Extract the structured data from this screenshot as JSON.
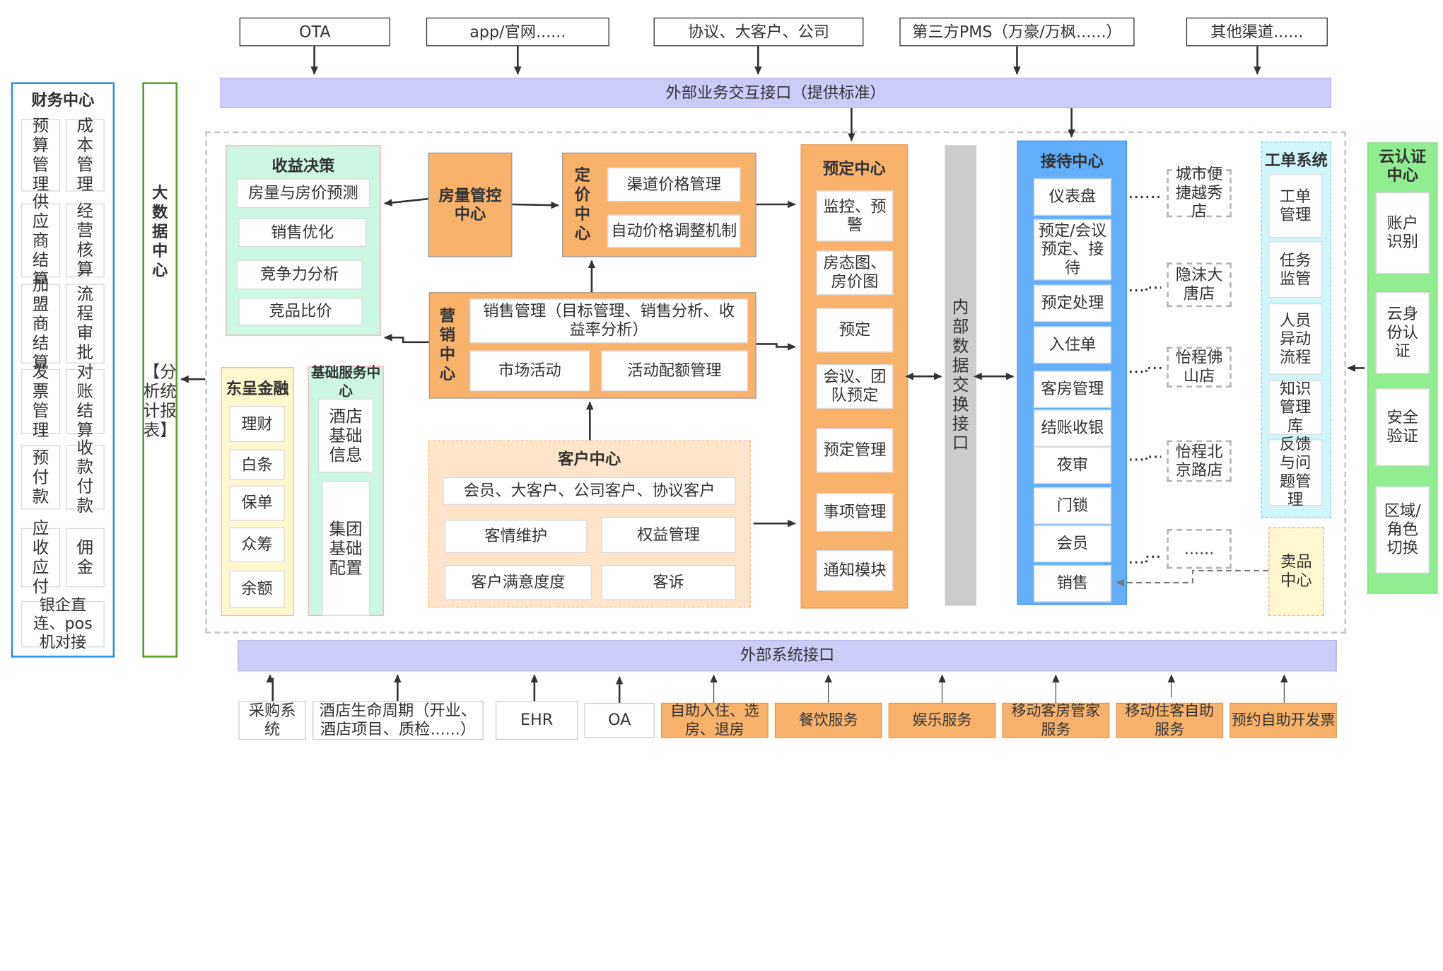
{
  "top_channels": [
    "OTA",
    "app/官网......",
    "协议、大客户、公司",
    "第三方PMS（万豪/万枫......）",
    "其他渠道......"
  ],
  "external_business_interface": "外部业务交互接口（提供标准）",
  "external_system_interface": "外部系统接口",
  "bottom_systems": [
    "采购系统",
    "酒店生命周期（开业、酒店项目、质检......）",
    "EHR",
    "OA",
    "自助入住、选房、退房",
    "餐饮服务",
    "娱乐服务",
    "移动客房管家服务",
    "移动住客自助服务",
    "预约自助开发票"
  ],
  "finance_center": {
    "title": "财务中心",
    "items": [
      "预算管理",
      "成本管理",
      "供应商结算",
      "经营核算",
      "加盟商结算",
      "流程审批",
      "发票管理",
      "对账结算",
      "预付款",
      "收款付款",
      "应收应付",
      "佣金",
      "银企直连、pos机对接"
    ]
  },
  "bigdata_center": {
    "title": "大数据中心",
    "subtitle": "【分析统计报表】"
  },
  "revenue_decision": {
    "title": "收益决策",
    "items": [
      "房量与房价预测",
      "销售优化",
      "竞争力分析",
      "竞品比价"
    ]
  },
  "room_control": {
    "title": "房量管控中心"
  },
  "pricing_center": {
    "title": "定价中心",
    "items": [
      "渠道价格管理",
      "自动价格调整机制"
    ]
  },
  "marketing_center": {
    "title": "营销中心",
    "items": [
      "销售管理（目标管理、销售分析、收益率分析）",
      "市场活动",
      "活动配额管理"
    ]
  },
  "dongcheng_finance": {
    "title": "东呈金融",
    "items": [
      "理财",
      "白条",
      "保单",
      "众筹",
      "余额"
    ]
  },
  "base_service_center": {
    "title": "基础服务中心",
    "items": [
      "酒店基础信息",
      "集团基础配置"
    ]
  },
  "customer_center": {
    "title": "客户中心",
    "items": [
      "会员、大客户、公司客户、协议客户",
      "客情维护",
      "权益管理",
      "客户满意度度",
      "客诉"
    ]
  },
  "booking_center": {
    "title": "预定中心",
    "items": [
      "监控、预警",
      "房态图、房价图",
      "预定",
      "会议、团队预定",
      "预定管理",
      "事项管理",
      "通知模块"
    ]
  },
  "internal_exchange": {
    "title": "内部数据交换接口"
  },
  "reception_center": {
    "title": "接待中心",
    "items": [
      "仪表盘",
      "预定/会议预定、接待",
      "预定处理",
      "入住单",
      "客房管理",
      "结账收银",
      "夜审",
      "门锁",
      "会员",
      "销售"
    ]
  },
  "hotels": [
    "城市便捷越秀店",
    "隐沫大唐店",
    "怡程佛山店",
    "怡程北京路店",
    "......"
  ],
  "work_order": {
    "title": "工单系统",
    "items": [
      "工单管理",
      "任务监管",
      "人员异动流程",
      "知识管理库",
      "反馈与问题管理"
    ]
  },
  "goods_center": {
    "title": "卖品中心"
  },
  "cloud_auth": {
    "title": "云认证中心",
    "items": [
      "账户识别",
      "云身份认证",
      "安全验证",
      "区域/角色切换"
    ]
  },
  "colors": {
    "purple_bar": "#ccccfa",
    "mint": "#ccf7e2",
    "orange": "#f9b26b",
    "blue": "#63aff9",
    "green": "#90ee90",
    "cyan": "#cff6fb",
    "light_yellow": "#fff8cf",
    "peach": "#fde4ca",
    "gray": "#cccccc"
  }
}
